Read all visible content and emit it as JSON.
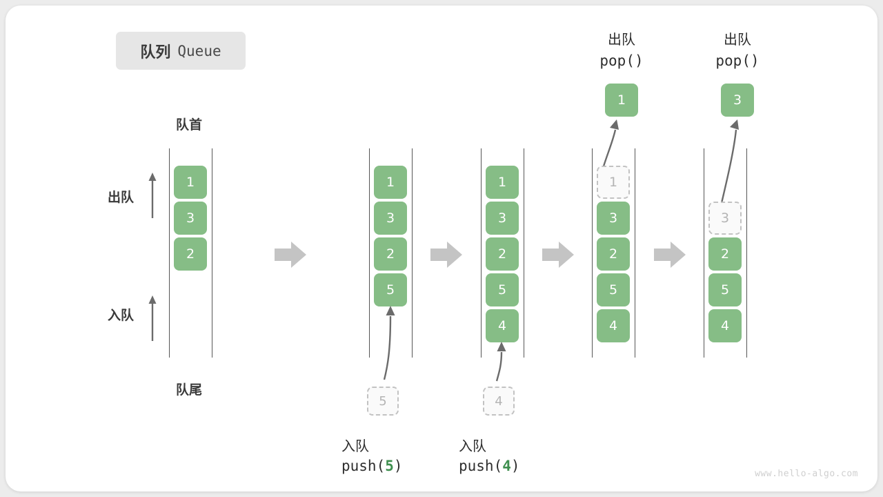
{
  "title": {
    "cn": "队列",
    "en": "Queue"
  },
  "labels": {
    "front": "队首",
    "rear": "队尾",
    "dequeue": "出队",
    "enqueue": "入队"
  },
  "watermark": "www.hello-algo.com",
  "colors": {
    "cell_fill": "#86bd86",
    "cell_text": "#ffffff",
    "ghost_fill": "#fafafa",
    "ghost_border": "#c2c2c2",
    "ghost_text": "#b4b4b4",
    "rail": "#555555",
    "arrow_gray": "#6b6b6b",
    "step_arrow": "#c4c4c4",
    "accent_green": "#3f8f4f",
    "chip_bg": "#e6e6e6",
    "text_dark": "#3a3a3a",
    "card_bg": "#ffffff",
    "page_bg": "#ececec"
  },
  "columns": [
    {
      "id": "initial",
      "cells": [
        {
          "value": "1",
          "state": "filled"
        },
        {
          "value": "3",
          "state": "filled"
        },
        {
          "value": "2",
          "state": "filled"
        }
      ],
      "caption_cn": "",
      "caption_code": ""
    },
    {
      "id": "push-5",
      "cells": [
        {
          "value": "1",
          "state": "filled"
        },
        {
          "value": "3",
          "state": "filled"
        },
        {
          "value": "2",
          "state": "filled"
        },
        {
          "value": "5",
          "state": "filled"
        }
      ],
      "incoming": {
        "value": "5",
        "state": "ghost"
      },
      "caption_cn": "入队",
      "caption_code_prefix": "push(",
      "caption_code_num": "5",
      "caption_code_suffix": ")"
    },
    {
      "id": "push-4",
      "cells": [
        {
          "value": "1",
          "state": "filled"
        },
        {
          "value": "3",
          "state": "filled"
        },
        {
          "value": "2",
          "state": "filled"
        },
        {
          "value": "5",
          "state": "filled"
        },
        {
          "value": "4",
          "state": "filled"
        }
      ],
      "incoming": {
        "value": "4",
        "state": "ghost"
      },
      "caption_cn": "入队",
      "caption_code_prefix": "push(",
      "caption_code_num": "4",
      "caption_code_suffix": ")"
    },
    {
      "id": "pop-1",
      "cells": [
        {
          "value": "1",
          "state": "ghost"
        },
        {
          "value": "3",
          "state": "filled"
        },
        {
          "value": "2",
          "state": "filled"
        },
        {
          "value": "5",
          "state": "filled"
        },
        {
          "value": "4",
          "state": "filled"
        }
      ],
      "popped": {
        "value": "1",
        "state": "filled"
      },
      "header_cn": "出队",
      "header_code": "pop()"
    },
    {
      "id": "pop-3",
      "cells": [
        {
          "value": "3",
          "state": "ghost",
          "slot": 1
        },
        {
          "value": "2",
          "state": "filled",
          "slot": 2
        },
        {
          "value": "5",
          "state": "filled",
          "slot": 3
        },
        {
          "value": "4",
          "state": "filled",
          "slot": 4
        }
      ],
      "popped": {
        "value": "3",
        "state": "filled"
      },
      "header_cn": "出队",
      "header_code": "pop()"
    }
  ],
  "step_arrows": 4
}
